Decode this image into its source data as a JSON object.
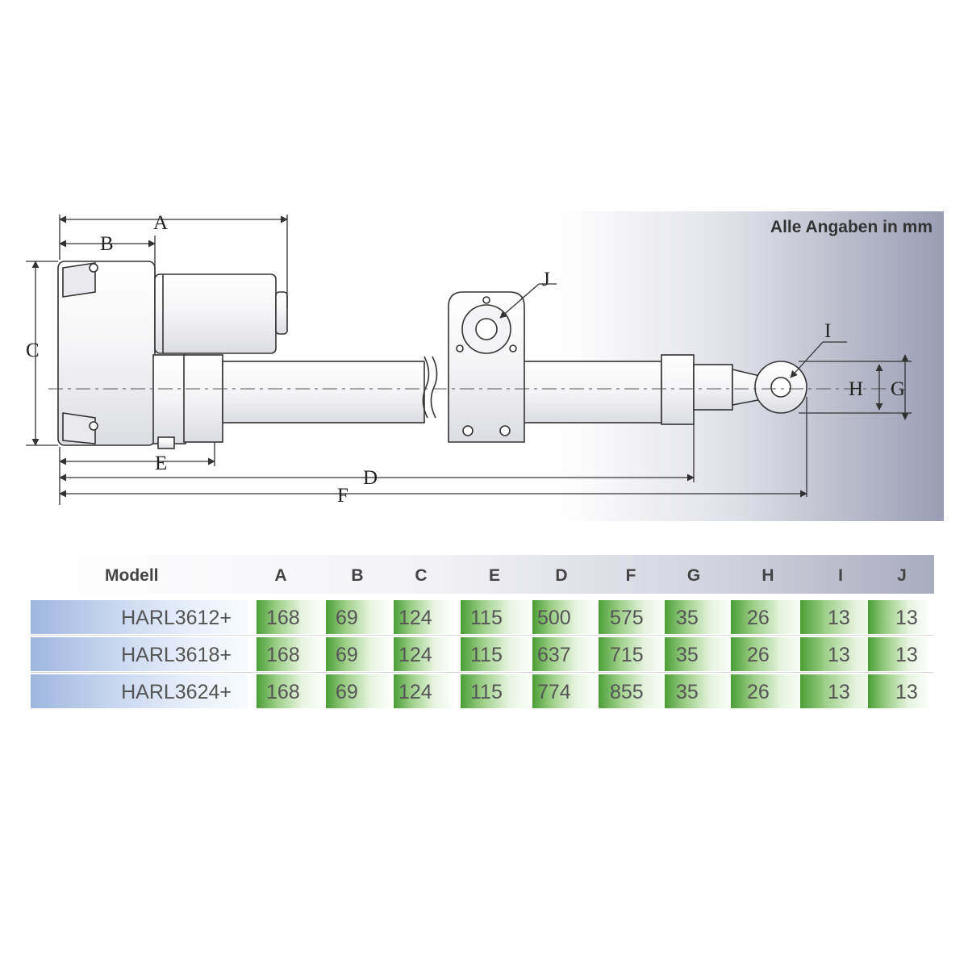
{
  "note": "Alle Angaben in mm",
  "dimension_labels": {
    "A": "A",
    "B": "B",
    "C": "C",
    "D": "D",
    "E": "E",
    "F": "F",
    "G": "G",
    "H": "H",
    "I": "I",
    "J": "J"
  },
  "table": {
    "headers": [
      "Modell",
      "A",
      "B",
      "C",
      "E",
      "D",
      "F",
      "G",
      "H",
      "I",
      "J"
    ],
    "rows": [
      [
        "HARL3612+",
        "168",
        "69",
        "124",
        "115",
        "500",
        "575",
        "35",
        "26",
        "13",
        "13"
      ],
      [
        "HARL3618+",
        "168",
        "69",
        "124",
        "115",
        "637",
        "715",
        "35",
        "26",
        "13",
        "13"
      ],
      [
        "HARL3624+",
        "168",
        "69",
        "124",
        "115",
        "774",
        "855",
        "35",
        "26",
        "13",
        "13"
      ]
    ]
  },
  "colors": {
    "header_bar": "#a9abbf",
    "value_cell": "#4a9e35",
    "model_cell": "#9fb6de",
    "panel_background": "#9a9db4"
  }
}
